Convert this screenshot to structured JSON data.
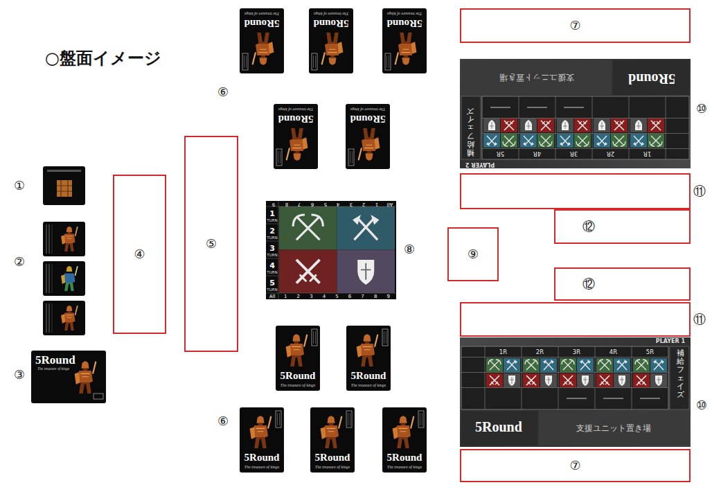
{
  "diagram": {
    "title": "○盤面イメージ",
    "nodes": [
      {
        "text": [
          "5Round",
          "The treasure of kings"
        ]
      },
      {
        "text": [
          "④"
        ]
      },
      {
        "text": [
          "⑤"
        ]
      },
      {
        "text": [
          "5Round",
          "The treasure of kings"
        ]
      },
      {
        "text": [
          "5Round",
          "The treasure of kings"
        ]
      },
      {
        "text": [
          "5Round",
          "The treasure of kings"
        ]
      },
      {
        "text": [
          "5Round",
          "The treasure of kings"
        ]
      },
      {
        "text": [
          "5Round",
          "The treasure of kings"
        ]
      },
      {
        "text": [
          "5Round",
          "The treasure of kings"
        ]
      },
      {
        "text": [
          "5Round",
          "The treasure of kings"
        ]
      },
      {
        "text": [
          "5Round",
          "The treasure of kings"
        ]
      },
      {
        "text": [
          "5Round",
          "The treasure of kings"
        ]
      },
      {
        "text": [
          "5Round",
          "The treasure of kings"
        ]
      },
      {
        "text": [
          "⑨"
        ]
      },
      {
        "text": [
          "⑦"
        ]
      },
      {
        "text": [
          "PLAYER 2",
          "補給フェイズ",
          "5Round",
          "支援ユニット置き場"
        ]
      },
      {
        "text": [
          "⑪"
        ]
      },
      {
        "text": [
          "⑫"
        ]
      },
      {
        "text": [
          "⑫"
        ]
      },
      {
        "text": [
          "⑪"
        ]
      },
      {
        "text": [
          "PLAYER 1",
          "補給フェイズ",
          "5Round",
          "支援ユニット置き場"
        ]
      },
      {
        "text": [
          "⑦"
        ]
      }
    ],
    "labels": [
      "①",
      "②",
      "③",
      "⑥",
      "⑥",
      "⑧",
      "⑩",
      "⑩",
      "1",
      "TURN",
      "2",
      "TURN",
      "3",
      "TURN",
      "4",
      "TURN",
      "5",
      "TURN",
      "All",
      "1",
      "2",
      "3",
      "4",
      "5",
      "6",
      "7",
      "8",
      "9",
      "All",
      "1",
      "2",
      "3",
      "4",
      "5",
      "6",
      "7",
      "8",
      "9",
      "1R",
      "2R",
      "3R",
      "4R",
      "5R",
      "1R",
      "2R",
      "3R",
      "4R",
      "5R"
    ]
  }
}
